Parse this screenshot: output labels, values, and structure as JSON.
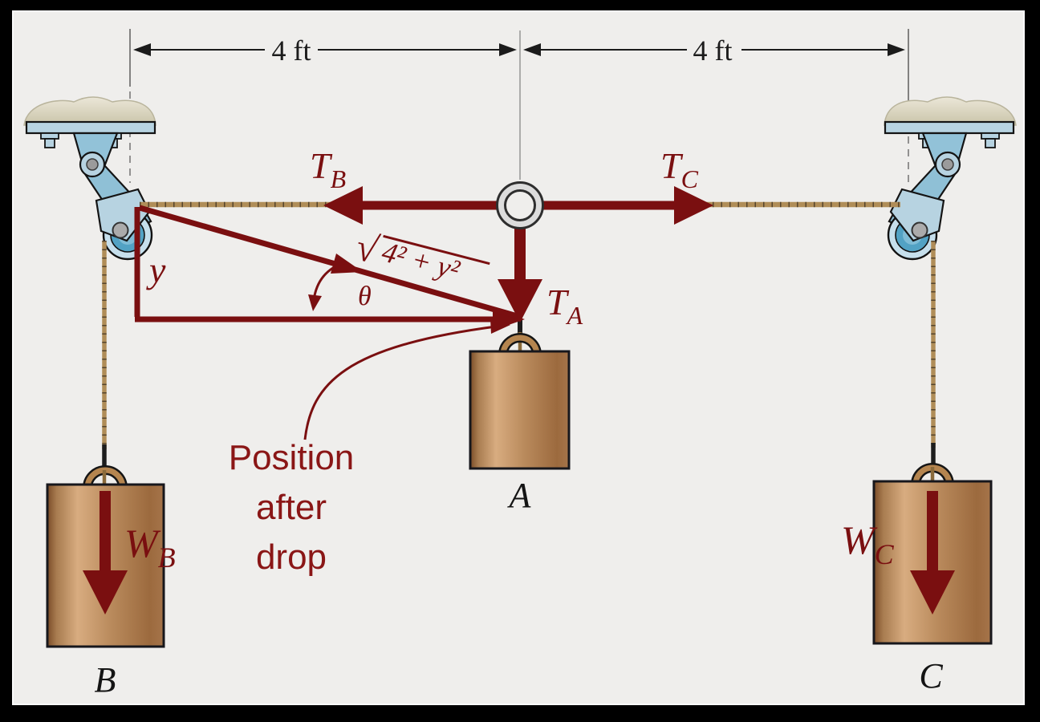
{
  "diagram": {
    "title_hint": "Pulley system free-body diagram",
    "dimension_left": "4 ft",
    "dimension_right": "4 ft",
    "tension_b": {
      "symbol": "T",
      "subscript": "B"
    },
    "tension_c": {
      "symbol": "T",
      "subscript": "C"
    },
    "tension_a": {
      "symbol": "T",
      "subscript": "A"
    },
    "weight_b": {
      "symbol": "W",
      "subscript": "B"
    },
    "weight_c": {
      "symbol": "W",
      "subscript": "C"
    },
    "drop_distance": "y",
    "angle": "θ",
    "hypotenuse": {
      "radical_sign": "√",
      "expression": "4² + y²"
    },
    "annotation": {
      "line1": "Position",
      "line2": "after",
      "line3": "drop"
    },
    "block_a": "A",
    "block_b": "B",
    "block_c": "C"
  },
  "colors": {
    "background_panel": "#efeeec",
    "frame": "#000000",
    "maroon_arrows": "#7a0f10",
    "annotation_red": "#8a1616",
    "rope_tan": "#b08d58",
    "pulley_blue": "#b7d3e1",
    "wheel_blue": "#52a2c4",
    "block_copper": "#b98a5c",
    "dimension_black": "#1c1c1c"
  }
}
